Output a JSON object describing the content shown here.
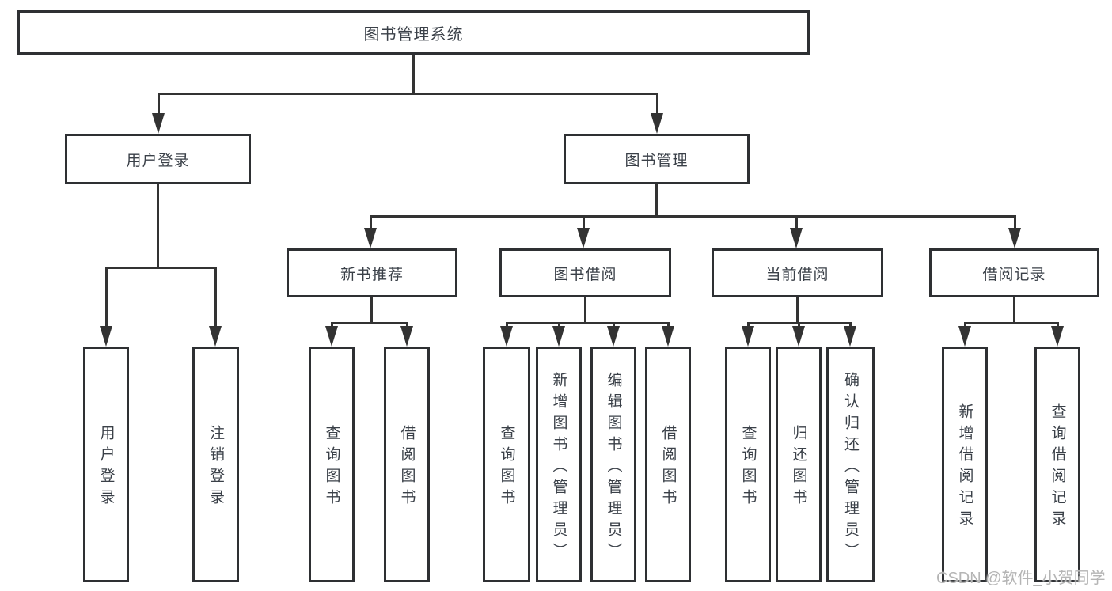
{
  "tree": {
    "root": "图书管理系统",
    "user_login": {
      "label": "用户登录",
      "children": [
        "用户登录",
        "注销登录"
      ]
    },
    "book_mgmt": {
      "label": "图书管理",
      "sections": [
        {
          "label": "新书推荐",
          "children": [
            "查询图书",
            "借阅图书"
          ]
        },
        {
          "label": "图书借阅",
          "children": [
            "查询图书",
            "新增图书（管理员）",
            "编辑图书（管理员）",
            "借阅图书"
          ]
        },
        {
          "label": "当前借阅",
          "children": [
            "查询图书",
            "归还图书",
            "确认归还（管理员）"
          ]
        },
        {
          "label": "借阅记录",
          "children": [
            "新增借阅记录",
            "查询借阅记录"
          ]
        }
      ]
    }
  },
  "watermark": "CSDN @软件_小贺同学",
  "colors": {
    "line": "#333333",
    "box_border": "#2e3033",
    "text": "#3a4048",
    "background": "#ffffff",
    "watermark": "#b5b5b5"
  }
}
